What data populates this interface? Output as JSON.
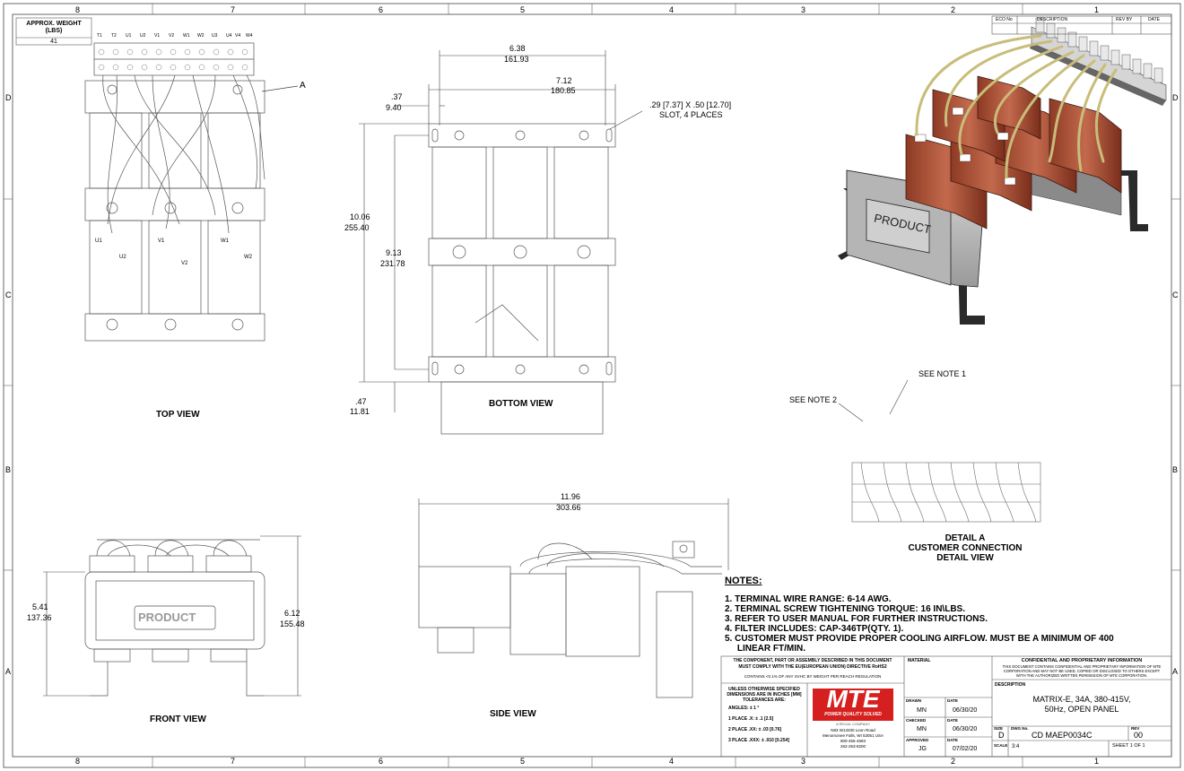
{
  "border": {
    "columns": [
      "8",
      "7",
      "6",
      "5",
      "4",
      "3",
      "2",
      "1"
    ],
    "rows": [
      "D",
      "C",
      "B",
      "A"
    ]
  },
  "weight": {
    "label": "APPROX. WEIGHT (LBS)",
    "value": "41"
  },
  "views": {
    "top": "TOP VIEW",
    "bottom": "BOTTOM VIEW",
    "front": "FRONT VIEW",
    "side": "SIDE VIEW",
    "detail_title": "DETAIL A",
    "detail_sub1": "CUSTOMER CONNECTION",
    "detail_sub2": "DETAIL VIEW",
    "detail_callout": "A",
    "product_label": "PRODUCT"
  },
  "terminals": [
    "T1",
    "T2",
    "U1",
    "U2",
    "V1",
    "V2",
    "W1",
    "W2",
    "U3",
    "U4",
    "V4",
    "W4"
  ],
  "coil_labels": {
    "u1": "U1",
    "u2": "U2",
    "v1": "V1",
    "v2": "V2",
    "w1": "W1",
    "w2": "W2"
  },
  "dimensions": {
    "d_638": "6.38",
    "d_638_mm": "161.93",
    "d_712": "7.12",
    "d_712_mm": "180.85",
    "d_037": ".37",
    "d_037_mm": "9.40",
    "slot_a": ".29",
    "slot_a_mm": "7.37",
    "slot_x": "X",
    "slot_b": ".50",
    "slot_b_mm": "12.70",
    "slot_note": "SLOT, 4 PLACES",
    "d_1006": "10.06",
    "d_1006_mm": "255.40",
    "d_913": "9.13",
    "d_913_mm": "231.78",
    "d_047": ".47",
    "d_047_mm": "11.81",
    "d_1196": "11.96",
    "d_1196_mm": "303.66",
    "d_541": "5.41",
    "d_541_mm": "137.36",
    "d_612": "6.12",
    "d_612_mm": "155.48"
  },
  "see_note_1": "SEE NOTE 1",
  "see_note_2": "SEE NOTE 2",
  "notes": {
    "title": "NOTES:",
    "items": [
      "1.  TERMINAL WIRE RANGE: 6-14 AWG.",
      "2.  TERMINAL SCREW TIGHTENING TORQUE: 16 IN\\LBS.",
      "3.  REFER TO USER MANUAL FOR FURTHER INSTRUCTIONS.",
      "4.  FILTER INCLUDES:  CAP-346TP(QTY. 1).",
      "5.  CUSTOMER MUST PROVIDE PROPER COOLING AIRFLOW. MUST BE A MINIMUM OF 400",
      "     LINEAR FT/MIN."
    ]
  },
  "revision_table": {
    "eco": "ECO No",
    "description": "DESCRIPTION",
    "rev_by": "REV BY",
    "date": "DATE"
  },
  "title_block": {
    "rohs_1": "THE COMPONENT, PART OR ASSEMBLY DESCRIBED IN THIS DOCUMENT",
    "rohs_2": "MUST COMPLY WITH THE EU(EUROPEAN UNION) DIRECTIVE RoHS2",
    "svhc": "CONTAINS <0.1% OF ANY SVHC BY WEIGHT PER REACH REGULATION",
    "tol_1": "UNLESS OTHERWISE SPECIFIED",
    "tol_2": "DIMENSIONS ARE IN INCHES [MM]",
    "tol_3": "TOLERANCES ARE:",
    "angles": "ANGLES: ± 1 °",
    "place1": "1 PLACE .X:  ± .1 [2.5]",
    "place2": "2 PLACE .XX:  ± .03 [0.76]",
    "place3": "3 PLACE .XXX:  ± .010 [0.254]",
    "logo": "MTE",
    "tagline": "POWER QUALITY SOLVED",
    "company_sub": "A REGAL COMPANY",
    "addr1": "N83 W13330 Leon Road",
    "addr2": "Menomonee Falls, WI 53051 USA",
    "addr3": "800-455-4683",
    "addr4": "262-253-8200",
    "material": "MATERIAL",
    "drawn_lbl": "DRAWN",
    "drawn": "MN",
    "drawn_date": "06/30/20",
    "checked_lbl": "CHECKED",
    "checked": "MN",
    "checked_date": "06/30/20",
    "approved_lbl": "APPROVED",
    "approved": "JG",
    "approved_date": "07/02/20",
    "date_lbl": "DATE",
    "conf_title": "CONFIDENTIAL AND PROPRIETARY INFORMATION",
    "conf_1": "THIS DOCUMENT CONTAINS CONFIDENTIAL AND PROPRIETARY INFORMATION OF MTE",
    "conf_2": "CORPORATION AND MAY NOT BE USED, COPIED OR DISCLOSED TO OTHERS EXCEPT",
    "conf_3": "WITH THE AUTHORIZED WRITTEN PERMISSION OF MTE CORPORATION.",
    "desc_lbl": "DESCRIPTION",
    "desc_1": "MATRIX-E, 34A, 380-415V,",
    "desc_2": "50Hz, OPEN PANEL",
    "size_lbl": "SIZE",
    "size": "D",
    "dwg_lbl": "DWG No.",
    "dwg": "CD MAEP0034C",
    "rev_lbl": "REV",
    "rev": "00",
    "scale_lbl": "SCALE",
    "scale": "3:4",
    "sheet": "SHEET 1  OF 1"
  }
}
